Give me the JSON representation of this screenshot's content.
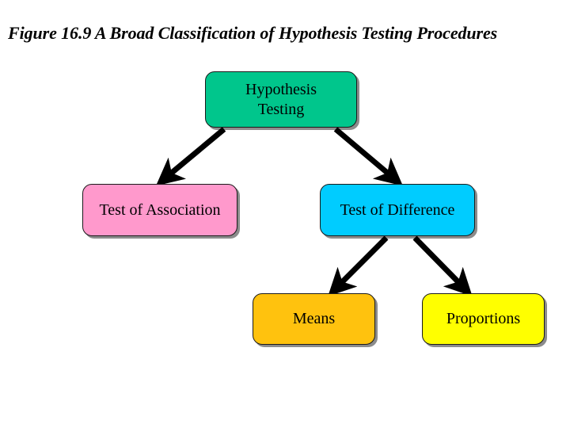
{
  "figure": {
    "title": "Figure 16.9  A Broad Classification of Hypothesis Testing Procedures",
    "background_color": "#FFFFFF",
    "text_color": "#000000",
    "arrow_color": "#000000"
  },
  "nodes": [
    {
      "id": "hypothesis-testing",
      "label": "Hypothesis\nTesting",
      "fill_color": "#00C68C",
      "border_color": "#1A1A1A",
      "level": 0
    },
    {
      "id": "test-of-association",
      "label": "Test of Association",
      "fill_color": "#FF99CC",
      "border_color": "#1A1A1A",
      "level": 1
    },
    {
      "id": "test-of-difference",
      "label": "Test of Difference",
      "fill_color": "#00CCFF",
      "border_color": "#1A1A1A",
      "level": 1
    },
    {
      "id": "means",
      "label": "Means",
      "fill_color": "#FFC20E",
      "border_color": "#1A1A1A",
      "level": 2
    },
    {
      "id": "proportions",
      "label": "Proportions",
      "fill_color": "#FFFF00",
      "border_color": "#1A1A1A",
      "level": 2
    }
  ],
  "connectors": [
    {
      "id": "arrow-hypothesis-to-association",
      "from": "hypothesis-testing",
      "to": "test-of-association"
    },
    {
      "id": "arrow-hypothesis-to-difference",
      "from": "hypothesis-testing",
      "to": "test-of-difference"
    },
    {
      "id": "arrow-difference-to-means",
      "from": "test-of-difference",
      "to": "means"
    },
    {
      "id": "arrow-difference-to-proportions",
      "from": "test-of-difference",
      "to": "proportions"
    }
  ]
}
